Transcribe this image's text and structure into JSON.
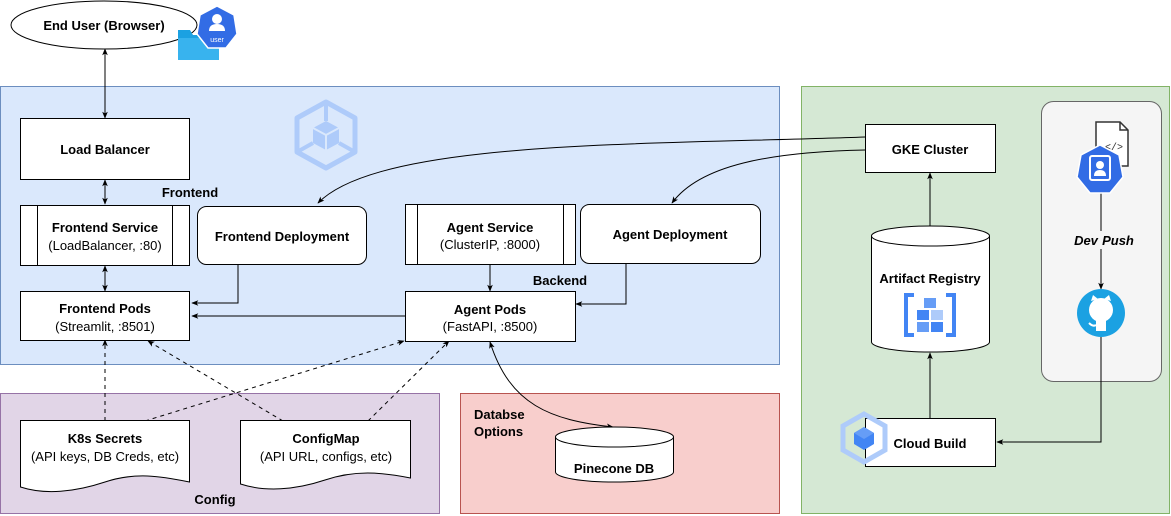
{
  "regions": {
    "frontend": "Frontend",
    "backend": "Backend",
    "config": "Config",
    "database_line1": "Databse",
    "database_line2": "Options"
  },
  "nodes": {
    "end_user": "End User (Browser)",
    "user_badge": "user",
    "load_balancer": "Load Balancer",
    "frontend_service": {
      "title": "Frontend Service",
      "subtitle": "(LoadBalancer, :80)"
    },
    "frontend_deployment": "Frontend Deployment",
    "frontend_pods": {
      "title": "Frontend Pods",
      "subtitle": "(Streamlit, :8501)"
    },
    "agent_service": {
      "title": "Agent Service",
      "subtitle": "(ClusterIP, :8000)"
    },
    "agent_deployment": "Agent Deployment",
    "agent_pods": {
      "title": "Agent Pods",
      "subtitle": "(FastAPI, :8500)"
    },
    "k8s_secrets": {
      "title": "K8s Secrets",
      "subtitle": "(API keys, DB Creds, etc)"
    },
    "configmap": {
      "title": "ConfigMap",
      "subtitle": "(API URL, configs, etc)"
    },
    "pinecone": "Pinecone DB",
    "gke_cluster": "GKE Cluster",
    "artifact_registry": "Artifact Registry",
    "cloud_build": "Cloud Build"
  },
  "edges": {
    "dev_push_word1": "Dev",
    "dev_push_word2": "Push"
  },
  "colors": {
    "k8s_region": "#dae8fc",
    "k8s_border": "#6c8ebf",
    "config_region": "#e1d5e7",
    "config_border": "#9673a6",
    "db_region": "#f8cecc",
    "db_border": "#b85450",
    "cicd_region": "#d5e8d4",
    "cicd_border": "#82b366",
    "dev_panel": "#f5f5f5",
    "gcp_blue": "#4285f4",
    "github_cyan": "#1ba1e2"
  },
  "icons": [
    "kubernetes-engine-icon",
    "user-icon",
    "folder-icon",
    "code-file-icon",
    "github-icon",
    "artifact-registry-icon",
    "cloud-build-icon"
  ]
}
